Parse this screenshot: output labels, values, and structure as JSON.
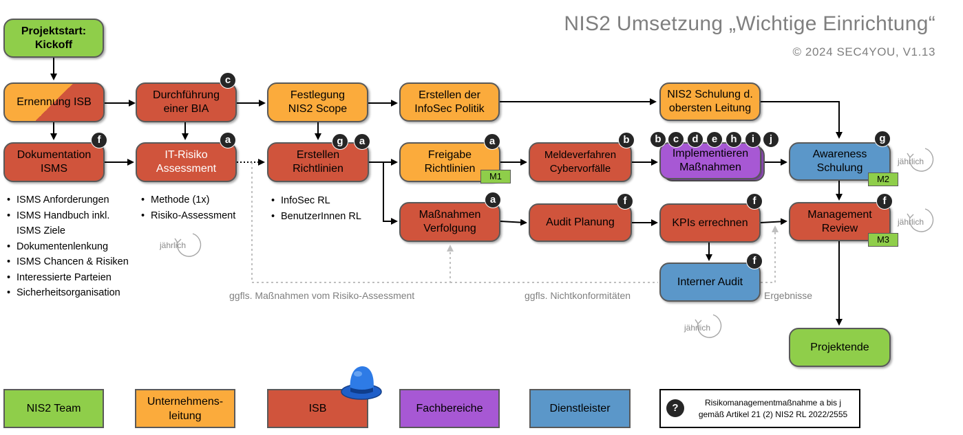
{
  "header": {
    "title": "NIS2 Umsetzung „Wichtige Einrichtung“",
    "subtitle": "© 2024 SEC4YOU, V1.13"
  },
  "colors": {
    "nis2_team": "#8fce4a",
    "unternehmensleitung": "#fbab3c",
    "isb": "#d0543c",
    "fachbereiche": "#a758d4",
    "dienstleister": "#5b97c9",
    "badge": "#262626"
  },
  "nodes": {
    "kickoff": "Projektstart:\nKickoff",
    "ernennung_isb": "Ernennung ISB",
    "bia": "Durchführung\neiner BIA",
    "scope": "Festlegung\nNIS2 Scope",
    "politik": "Erstellen der\nInfoSec Politik",
    "schulung_leitung": "NIS2 Schulung d.\nobersten Leitung",
    "doku_isms": "Dokumentation\nISMS",
    "risiko": "IT-Risiko\nAssessment",
    "richtlinien": "Erstellen\nRichtlinien",
    "freigabe": "Freigabe\nRichtlinien",
    "meldeverfahren": "Meldeverfahren\nCybervorfälle",
    "implementieren": "Implementieren\nMaßnahmen",
    "awareness": "Awareness\nSchulung",
    "massnahmen": "Maßnahmen\nVerfolgung",
    "audit_planung": "Audit Planung",
    "kpis": "KPIs errechnen",
    "management_review": "Management\nReview",
    "interner_audit": "Interner Audit",
    "projektende": "Projektende"
  },
  "badges": {
    "bia": [
      "c"
    ],
    "doku_isms": [
      "f"
    ],
    "risiko": [
      "a"
    ],
    "richtlinien": [
      "g",
      "a"
    ],
    "freigabe": [
      "a"
    ],
    "meldeverfahren": [
      "b"
    ],
    "implementieren": [
      "b",
      "c",
      "d",
      "e",
      "h",
      "i",
      "j"
    ],
    "awareness": [
      "g"
    ],
    "massnahmen": [
      "a"
    ],
    "audit_planung": [
      "f"
    ],
    "kpis": [
      "f"
    ],
    "management_review": [
      "f"
    ],
    "interner_audit": [
      "f"
    ]
  },
  "milestones": {
    "freigabe": "M1",
    "awareness": "M2",
    "management_review": "M3"
  },
  "lists": {
    "isms": [
      "ISMS Anforderungen",
      "ISMS Handbuch inkl. ISMS Ziele",
      "Dokumentenlenkung",
      "ISMS Chancen & Risiken",
      "Interessierte Parteien",
      "Sicherheitsorganisation"
    ],
    "risiko": [
      "Methode (1x)",
      "Risiko-Assessment"
    ],
    "richtlinien": [
      "InfoSec RL",
      "BenutzerInnen RL"
    ]
  },
  "notes": {
    "massnahmen_risiko": "ggfls. Maßnahmen vom Risiko-Assessment",
    "nichtkonformitaeten": "ggfls. Nichtkonformitäten",
    "ergebnisse": "Ergebnisse"
  },
  "cycles": {
    "label": "jährlich"
  },
  "legend": {
    "nis2_team": "NIS2 Team",
    "unternehmensleitung": "Unternehmens-\nleitung",
    "isb": "ISB",
    "fachbereiche": "Fachbereiche",
    "dienstleister": "Dienstleister",
    "note_symbol": "?",
    "note_text": "Risikomanagementmaßnahme a bis j\ngemäß Artikel 21 (2) NIS2 RL 2022/2555"
  }
}
